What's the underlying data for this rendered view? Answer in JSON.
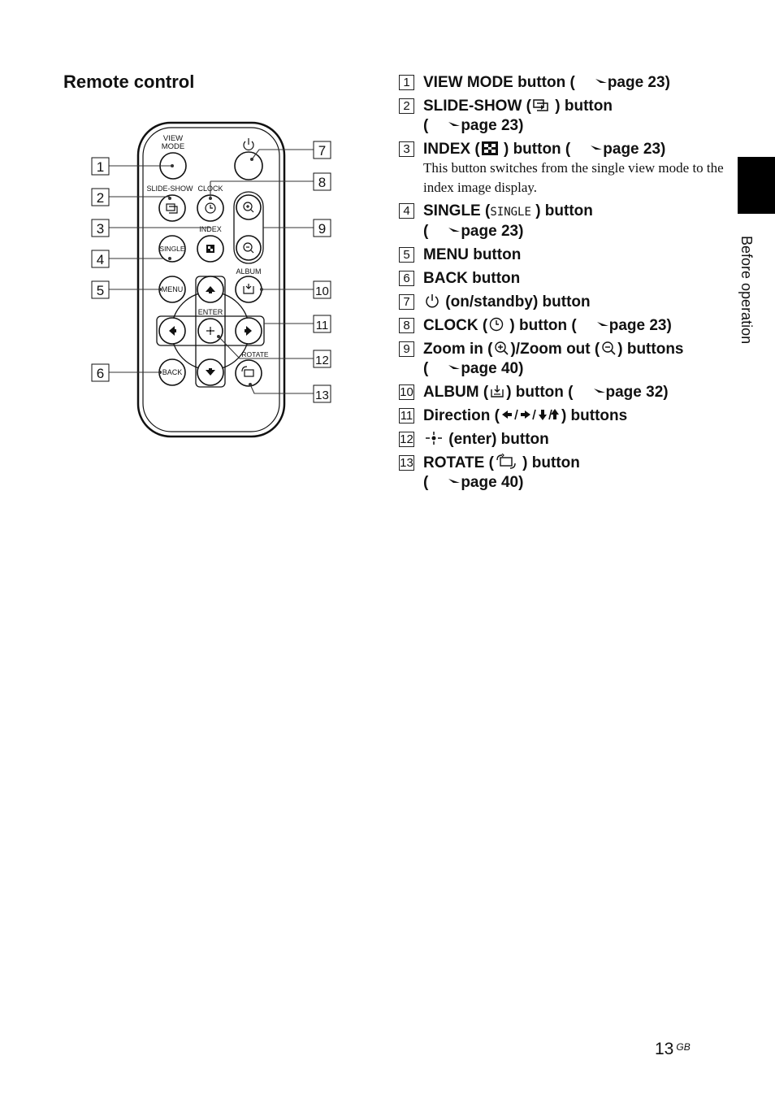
{
  "heading": "Remote control",
  "remote": {
    "labels": {
      "view_mode_1": "VIEW",
      "view_mode_2": "MODE",
      "slide_show": "SLIDE-SHOW",
      "clock": "CLOCK",
      "index": "INDEX",
      "album": "ALBUM",
      "enter": "ENTER",
      "rotate": "ROTATE",
      "single": "SINGLE",
      "menu": "MENU",
      "back": "BACK"
    },
    "callouts_left": [
      "1",
      "2",
      "3",
      "4",
      "5",
      "6"
    ],
    "callouts_right": [
      "7",
      "8",
      "9",
      "10",
      "11",
      "12",
      "13"
    ]
  },
  "items": [
    {
      "num": "1",
      "pre": "VIEW MODE button (",
      "post": "page 23)"
    },
    {
      "num": "2",
      "line1": "SLIDE-SHOW (",
      "line1b": " ) button",
      "pre2": "(",
      "post2": "page 23)"
    },
    {
      "num": "3",
      "line1": "INDEX (",
      "line1b": " ) button (",
      "post": "page 23)",
      "desc": "This button switches from the single view mode to the index image display."
    },
    {
      "num": "4",
      "line1": "SINGLE (",
      "sym": "SINGLE",
      "line1b": " ) button",
      "pre2": "(",
      "post2": "page 23)"
    },
    {
      "num": "5",
      "text": "MENU button"
    },
    {
      "num": "6",
      "text": "BACK button"
    },
    {
      "num": "7",
      "text": " (on/standby) button"
    },
    {
      "num": "8",
      "line1": "CLOCK (",
      "line1b": " ) button (",
      "post": "page 23)"
    },
    {
      "num": "9",
      "line1": "Zoom in (",
      "mid": ")/Zoom out (",
      "line1b": ") buttons",
      "pre2": "(",
      "post2": "page 40)"
    },
    {
      "num": "10",
      "line1": "ALBUM (",
      "line1b": ") button (",
      "post": "page 32)"
    },
    {
      "num": "11",
      "line1": "Direction (",
      "line1b": ") buttons"
    },
    {
      "num": "12",
      "text": " (enter) button"
    },
    {
      "num": "13",
      "line1": "ROTATE (",
      "line1b": " ) button",
      "pre2": "(",
      "post2": "page 40)"
    }
  ],
  "side_label": "Before operation",
  "page_number": "13",
  "page_suffix": "GB"
}
